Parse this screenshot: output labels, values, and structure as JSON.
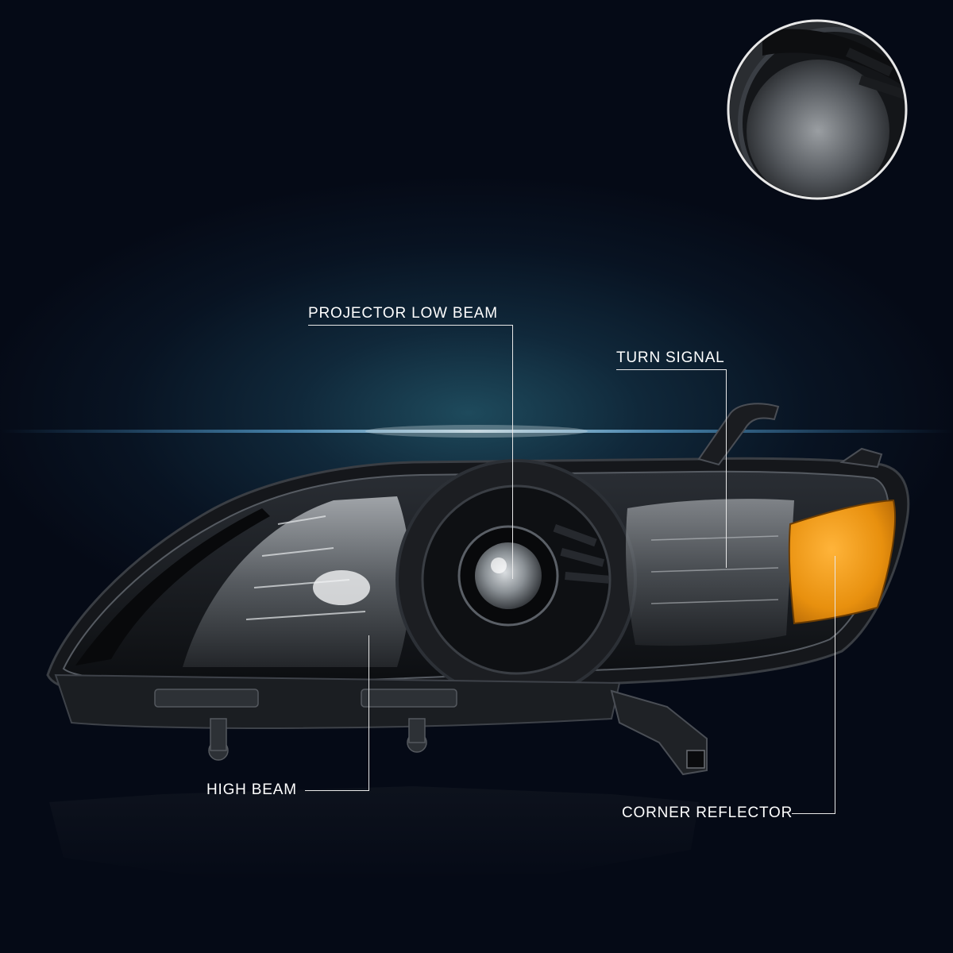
{
  "callouts": {
    "projector_low_beam": "PROJECTOR LOW BEAM",
    "turn_signal": "TURN SIGNAL",
    "high_beam": "HIGH BEAM",
    "corner_reflector": "CORNER REFLECTOR"
  },
  "colors": {
    "background": "#060b18",
    "glow": "#1e4a5c",
    "housing": "#121418",
    "amber_reflector": "#e8900e",
    "leader_line": "#e8e8e8"
  },
  "inset": {
    "icon": "projector-lens-closeup"
  }
}
